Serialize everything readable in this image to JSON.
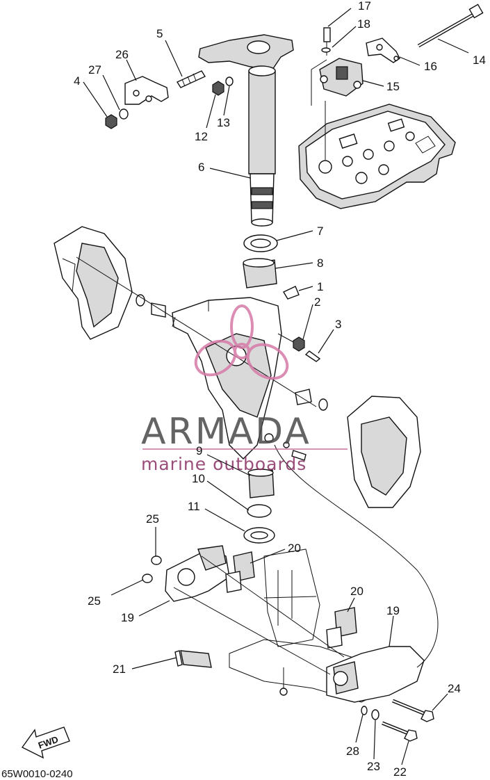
{
  "diagram": {
    "code": "65W0010-0240",
    "fwd_label": "FWD",
    "watermark": {
      "brand": "ARMADA",
      "tagline": "marine outboards"
    },
    "callouts": [
      {
        "id": "c1",
        "label": "1"
      },
      {
        "id": "c2",
        "label": "2"
      },
      {
        "id": "c3",
        "label": "3"
      },
      {
        "id": "c4",
        "label": "4"
      },
      {
        "id": "c5",
        "label": "5"
      },
      {
        "id": "c6",
        "label": "6"
      },
      {
        "id": "c7",
        "label": "7"
      },
      {
        "id": "c8",
        "label": "8"
      },
      {
        "id": "c9",
        "label": "9"
      },
      {
        "id": "c10",
        "label": "10"
      },
      {
        "id": "c11",
        "label": "11"
      },
      {
        "id": "c12",
        "label": "12"
      },
      {
        "id": "c13",
        "label": "13"
      },
      {
        "id": "c14",
        "label": "14"
      },
      {
        "id": "c15",
        "label": "15"
      },
      {
        "id": "c16",
        "label": "16"
      },
      {
        "id": "c17",
        "label": "17"
      },
      {
        "id": "c18",
        "label": "18"
      },
      {
        "id": "c19a",
        "label": "19"
      },
      {
        "id": "c19b",
        "label": "19"
      },
      {
        "id": "c20a",
        "label": "20"
      },
      {
        "id": "c20b",
        "label": "20"
      },
      {
        "id": "c21",
        "label": "21"
      },
      {
        "id": "c22",
        "label": "22"
      },
      {
        "id": "c23",
        "label": "23"
      },
      {
        "id": "c24",
        "label": "24"
      },
      {
        "id": "c25a",
        "label": "25"
      },
      {
        "id": "c25b",
        "label": "25"
      },
      {
        "id": "c26",
        "label": "26"
      },
      {
        "id": "c27",
        "label": "27"
      },
      {
        "id": "c28",
        "label": "28"
      }
    ]
  }
}
